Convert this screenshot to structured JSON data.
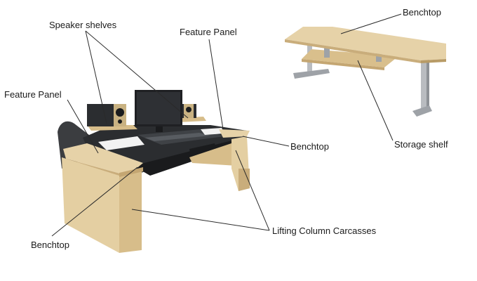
{
  "labels": {
    "speaker_shelves": "Speaker shelves",
    "feature_panel_top": "Feature Panel",
    "feature_panel_left": "Feature Panel",
    "benchtop_top_right": "Benchtop",
    "benchtop_mid_right": "Benchtop",
    "benchtop_bottom_left": "Benchtop",
    "storage_shelf": "Storage shelf",
    "lifting_column_carcasses": "Lifting Column Carcasses"
  },
  "colors": {
    "wood_light": "#e6d2a8",
    "wood_mid": "#d7bd8a",
    "wood_dark": "#c4a672",
    "black_surface": "#2b2d30",
    "black_dark": "#1a1b1d",
    "felt_grey": "#3b3d40",
    "metal": "#b9bcc0",
    "metal_dark": "#8e9297",
    "leader_line": "#2a2a2a"
  }
}
